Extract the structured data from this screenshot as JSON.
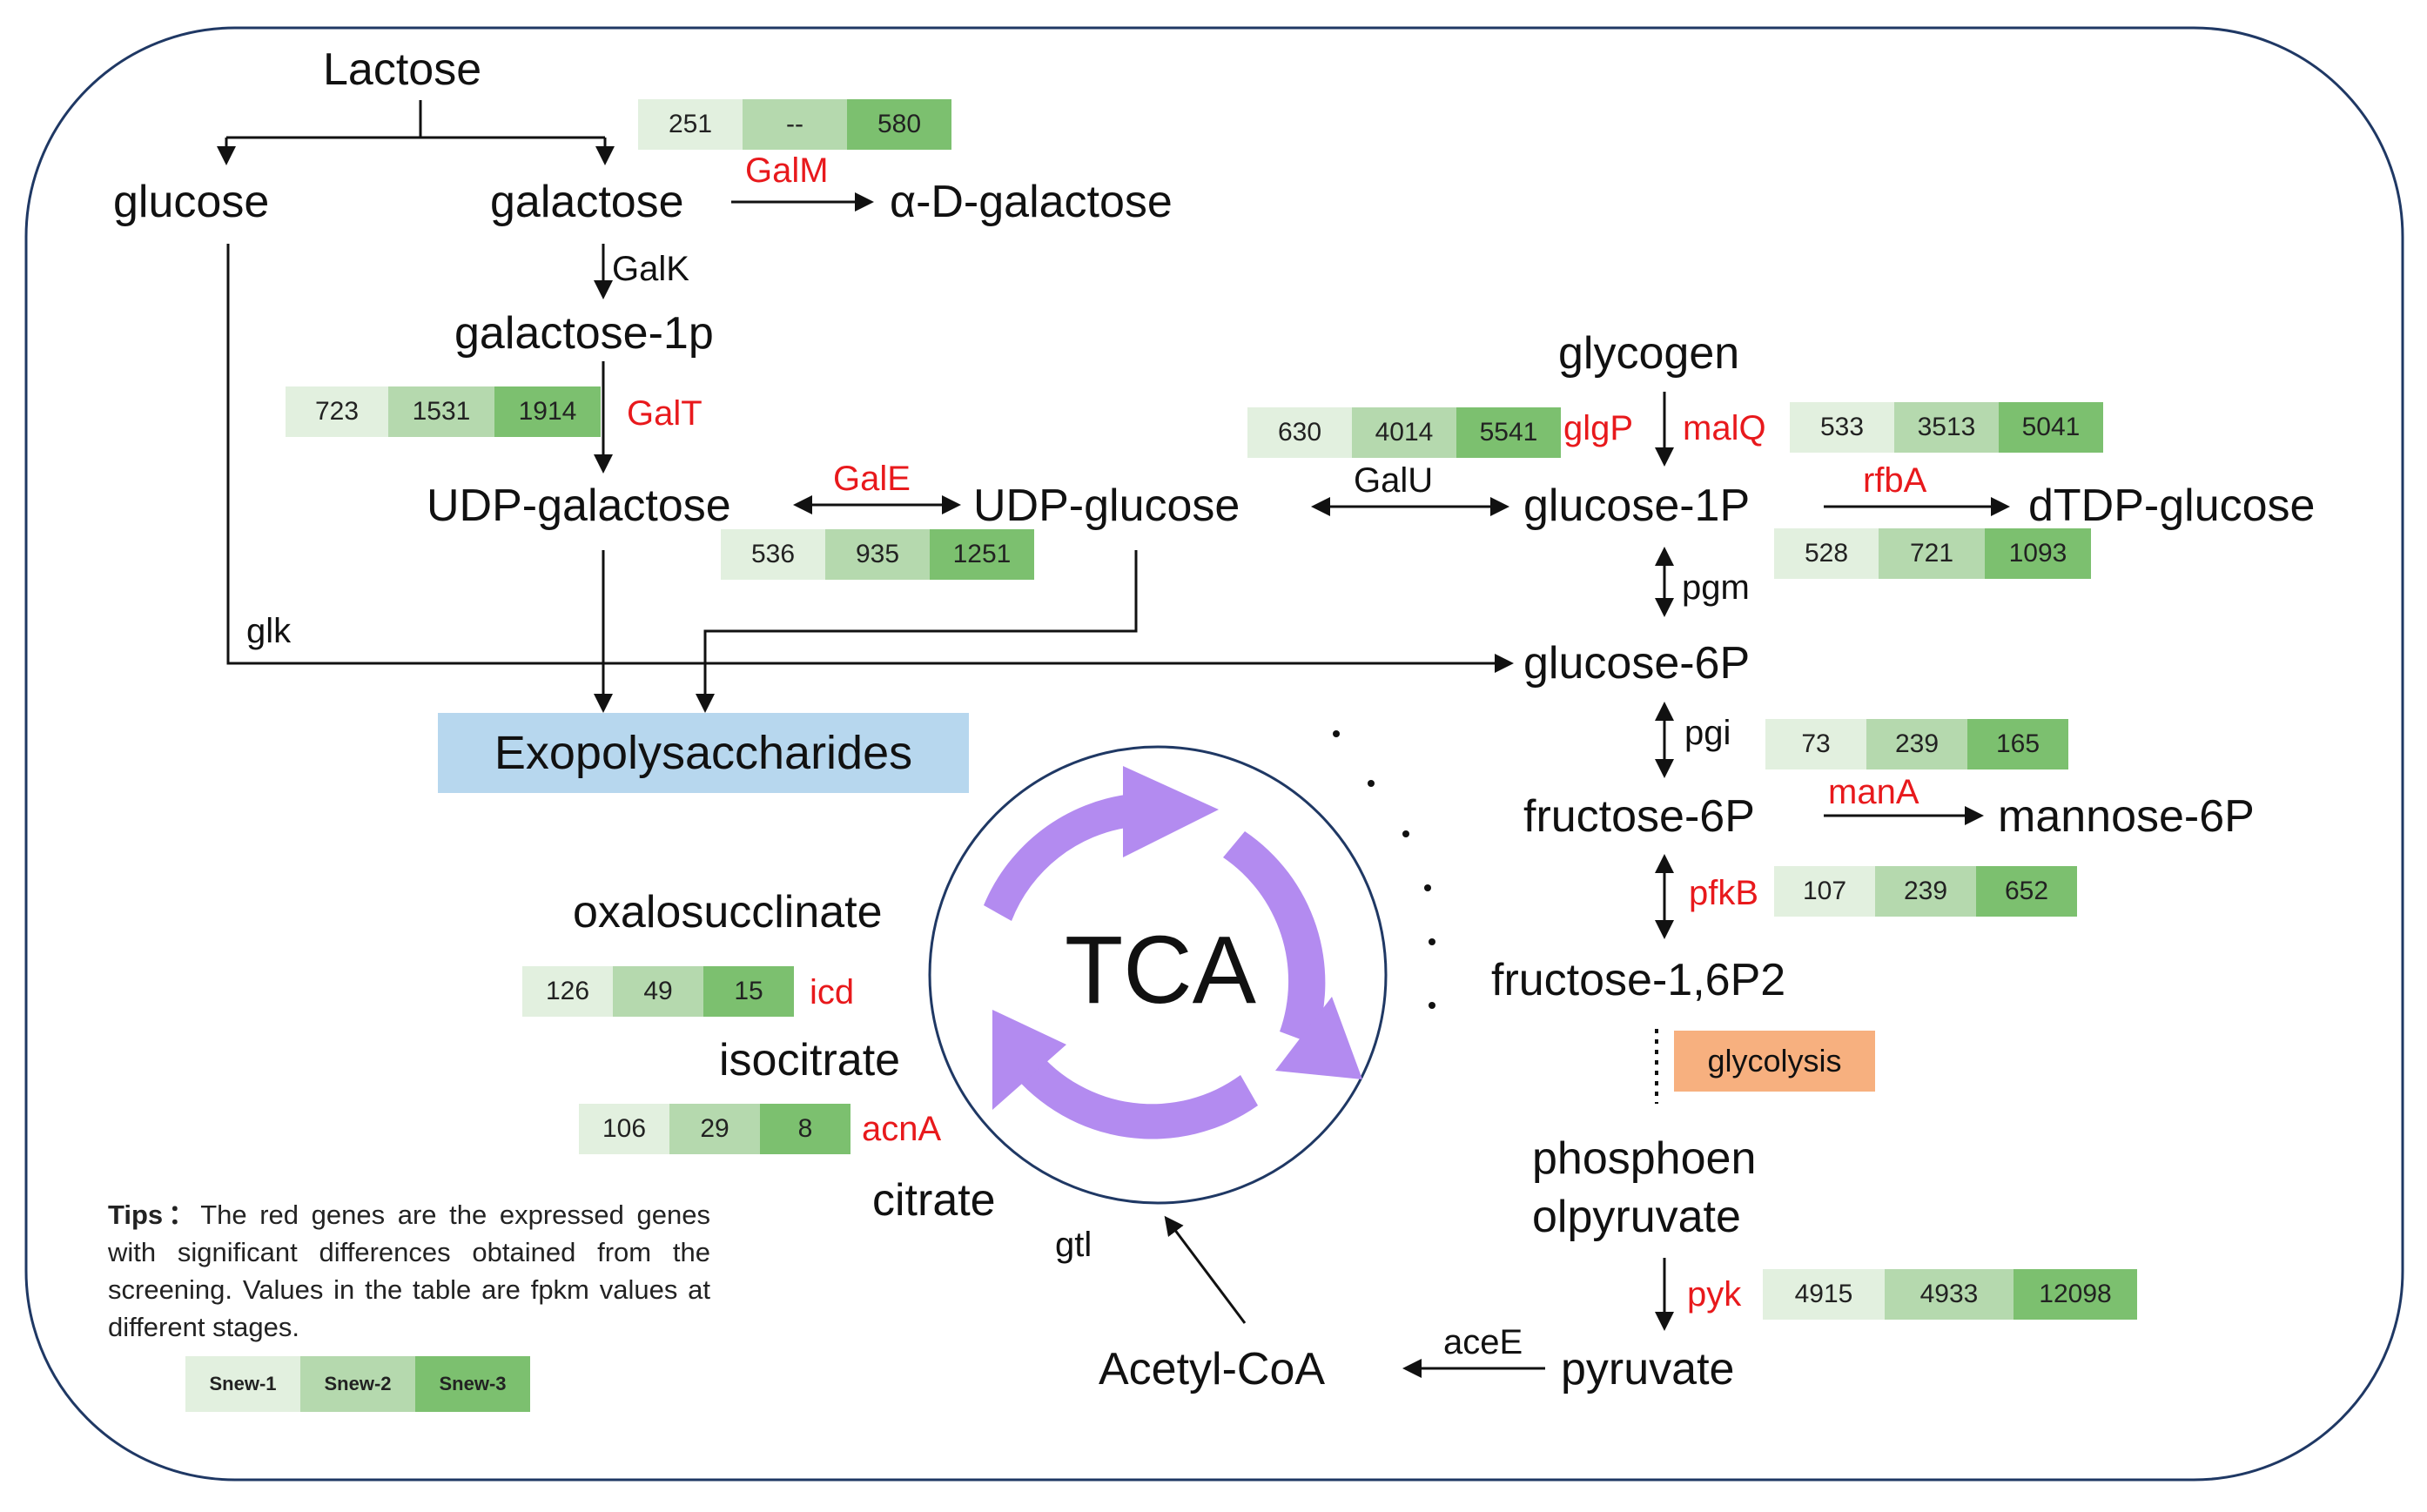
{
  "metabolites": {
    "lactose": "Lactose",
    "glucose": "glucose",
    "galactose": "galactose",
    "alpha_galactose": "α-D-galactose",
    "galactose_1p": "galactose-1p",
    "udp_galactose": "UDP-galactose",
    "udp_glucose": "UDP-glucose",
    "glycogen": "glycogen",
    "glucose_1p": "glucose-1P",
    "dtdp_glucose": "dTDP-glucose",
    "glucose_6p": "glucose-6P",
    "fructose_6p": "fructose-6P",
    "mannose_6p": "mannose-6P",
    "fructose_16p2": "fructose-1,6P2",
    "phosphoenol_line1": "phosphoen",
    "phosphoenol_line2": "olpyruvate",
    "pyruvate": "pyruvate",
    "acetyl_coa": "Acetyl-CoA",
    "citrate": "citrate",
    "isocitrate": "isocitrate",
    "oxalosuccinate": "oxalosucclinate"
  },
  "enzymes": {
    "galm": "GalM",
    "galk": "GalK",
    "galt": "GalT",
    "gale": "GalE",
    "galu": "GalU",
    "glgp": "glgP",
    "malq": "malQ",
    "rfba": "rfbA",
    "pgm": "pgm",
    "glk": "glk",
    "pgi": "pgi",
    "mana": "manA",
    "pfkb": "pfkB",
    "pyk": "pyk",
    "acee": "aceE",
    "gtl": "gtl",
    "icd": "icd",
    "acna": "acnA"
  },
  "boxes": {
    "exopolysaccharides": "Exopolysaccharides",
    "glycolysis": "glycolysis",
    "tca": "TCA"
  },
  "fpkm": {
    "galm": [
      "251",
      "--",
      "580"
    ],
    "galt": [
      "723",
      "1531",
      "1914"
    ],
    "gale": [
      "536",
      "935",
      "1251"
    ],
    "glgp": [
      "630",
      "4014",
      "5541"
    ],
    "malq": [
      "533",
      "3513",
      "5041"
    ],
    "rfba": [
      "528",
      "721",
      "1093"
    ],
    "pgi": [
      "73",
      "239",
      "165"
    ],
    "pfkb": [
      "107",
      "239",
      "652"
    ],
    "icd": [
      "126",
      "49",
      "15"
    ],
    "acna": [
      "106",
      "29",
      "8"
    ],
    "pyk": [
      "4915",
      "4933",
      "12098"
    ]
  },
  "tips": {
    "label": "Tips：",
    "text": "The red genes are the expressed genes with significant differences obtained from the screening. Values in the table are fpkm values at different stages."
  },
  "legend": [
    "Snew-1",
    "Snew-2",
    "Snew-3"
  ],
  "colors": {
    "stage1": "#e2f0df",
    "stage2": "#b5d9ae",
    "stage3": "#7cc06f",
    "significant_gene": "#e8191c",
    "tca_arrows": "#b38bf0",
    "frame": "#1f3864"
  }
}
